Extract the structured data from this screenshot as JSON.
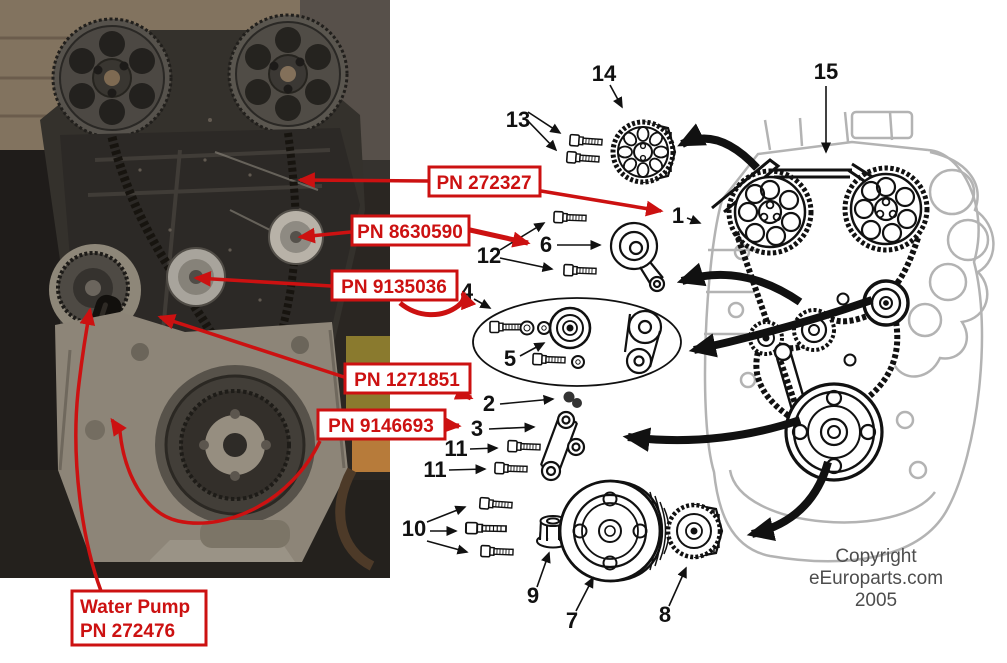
{
  "photo_annotations": {
    "pn_272327": "PN 272327",
    "pn_8630590": "PN 8630590",
    "pn_9135036": "PN 9135036",
    "pn_1271851": "PN 1271851",
    "pn_9146693": "PN 9146693",
    "water_pump": {
      "line1": "Water Pump",
      "line2": "PN 272476"
    }
  },
  "callouts": {
    "c1": "1",
    "c2": "2",
    "c3": "3",
    "c4": "4",
    "c5": "5",
    "c6": "6",
    "c7": "7",
    "c8": "8",
    "c9": "9",
    "c10": "10",
    "c11": "11",
    "c12": "12",
    "c13": "13",
    "c14": "14",
    "c15": "15"
  },
  "copyright": {
    "line1": "Copyright",
    "line2": "eEuroparts.com",
    "line3": "2005"
  },
  "colors": {
    "annotation_red": "#cc1111",
    "line_art_black": "#111111",
    "engine_outline_gray": "#b3b3b3",
    "copyright_gray": "#4d4d4d"
  }
}
